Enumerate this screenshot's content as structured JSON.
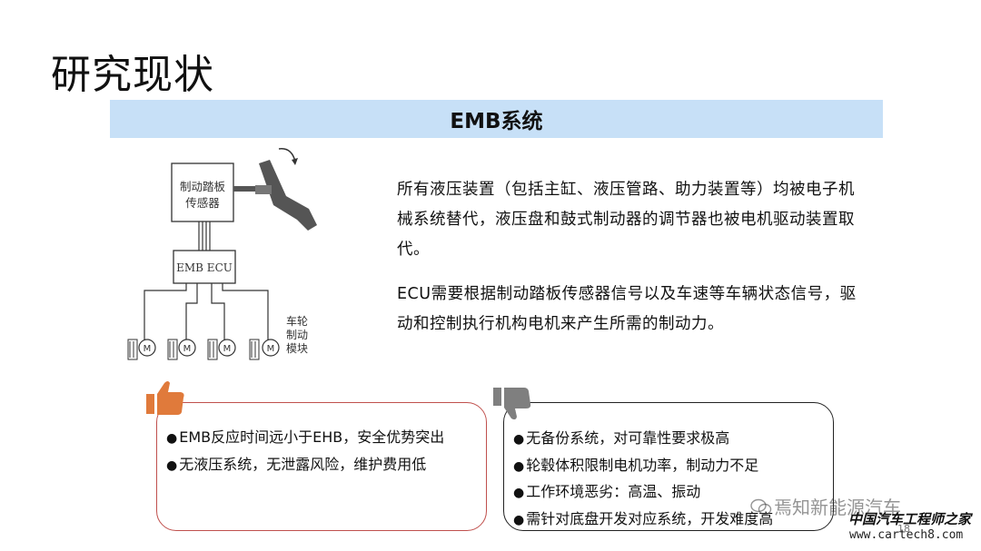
{
  "slide": {
    "title": "研究现状",
    "banner": "EMB系统",
    "page_number": "18"
  },
  "diagram": {
    "sensor_label_line1": "制动踏板",
    "sensor_label_line2": "传感器",
    "ecu_label": "EMB ECU",
    "module_label_line1": "车轮",
    "module_label_line2": "制动",
    "module_label_line3": "模块",
    "motor_label": "M"
  },
  "text": {
    "paragraph1": "所有液压装置（包括主缸、液压管路、助力装置等）均被电子机械系统替代，液压盘和鼓式制动器的调节器也被电机驱动装置取代。",
    "paragraph2": "ECU需要根据制动踏板传感器信号以及车速等车辆状态信号，驱动和控制执行机构电机来产生所需的制动力。"
  },
  "pros": {
    "items": [
      "EMB反应时间远小于EHB，安全优势突出",
      "无液压系统，无泄露风险，维护费用低"
    ]
  },
  "cons": {
    "items": [
      "无备份系统，对可靠性要求极高",
      "轮毂体积限制电机功率，制动力不足",
      "工作环境恶劣：高温、振动",
      "需针对底盘开发对应系统，开发难度高"
    ]
  },
  "watermark": {
    "text": "焉知新能源汽车",
    "brand": "中国汽车工程师之家",
    "site": "www.cartech8.com"
  },
  "colors": {
    "banner_bg": "#c7e0f7",
    "pro_border": "#c0504d",
    "thumb_up": "#e07a3b",
    "thumb_down": "#7f7f7f"
  }
}
